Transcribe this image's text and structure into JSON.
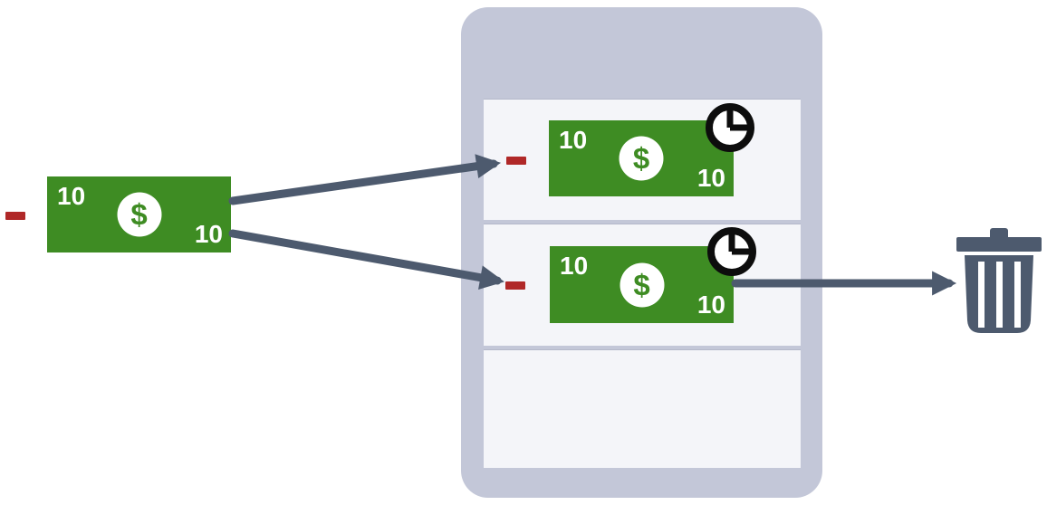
{
  "colors": {
    "bill-green": "#3e8c23",
    "fee-red": "#b02828",
    "arrow-slate": "#4d5a6e",
    "container-lavender": "#c3c7d8",
    "row-light": "#f4f5f9",
    "clock-black": "#0d0d0d",
    "white": "#ffffff"
  },
  "bills": [
    {
      "top_label": "10",
      "currency_symbol": "$",
      "bottom_label": "10"
    },
    {
      "top_label": "10",
      "currency_symbol": "$",
      "bottom_label": "10"
    },
    {
      "top_label": "10",
      "currency_symbol": "$",
      "bottom_label": "10"
    }
  ],
  "icons": {
    "fee": "minus-icon",
    "pending": "clock-icon",
    "discard": "trash-icon"
  }
}
